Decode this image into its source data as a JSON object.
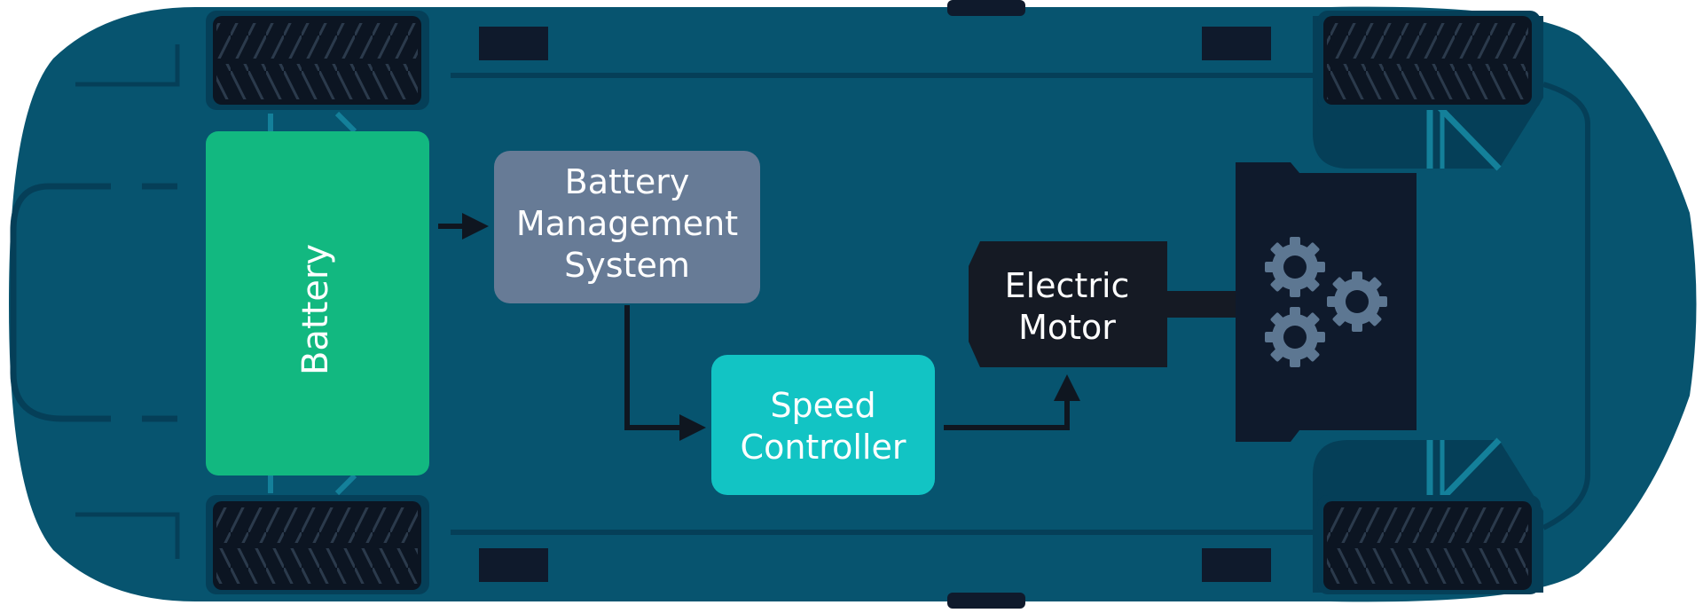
{
  "diagram": {
    "components": {
      "battery": {
        "label": "Battery"
      },
      "bms": {
        "lines": [
          "Battery",
          "Management",
          "System"
        ]
      },
      "speed_controller": {
        "lines": [
          "Speed",
          "Controller"
        ]
      },
      "motor": {
        "lines": [
          "Electric",
          "Motor"
        ]
      },
      "gearbox": {
        "icon": "gears-icon"
      }
    },
    "colors": {
      "car_body": "#07546f",
      "car_shadow": "#053f58",
      "battery": "#12b880",
      "bms": "#677b96",
      "speed_controller": "#12c4c4",
      "motor": "#151a24",
      "gearbox": "#0f1a2c",
      "gear": "#5d7792",
      "arrow": "#0f1620",
      "tire": "#0c1522"
    }
  }
}
